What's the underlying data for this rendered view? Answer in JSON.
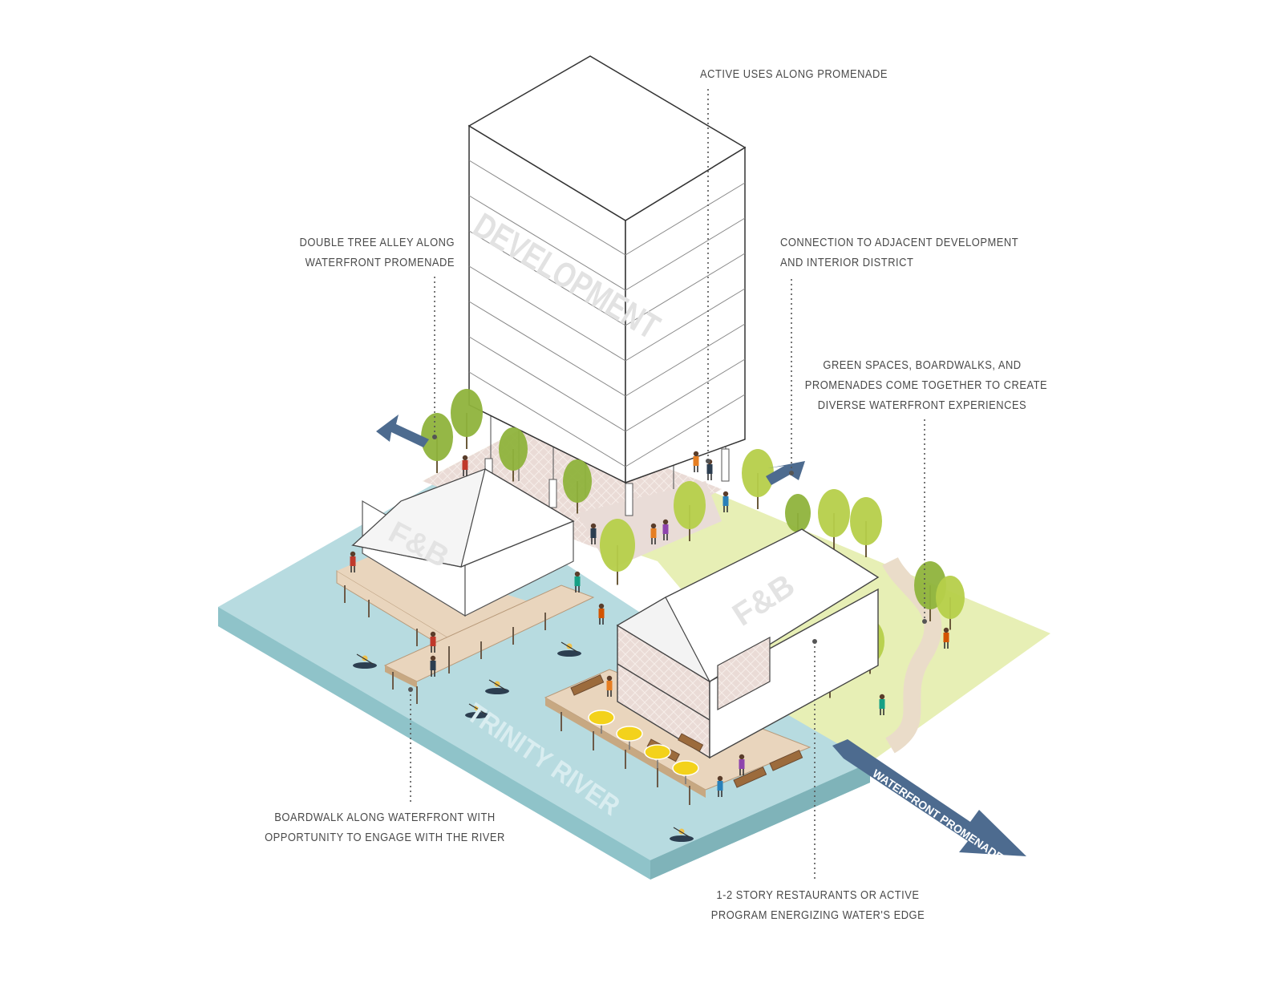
{
  "labels": {
    "building": "DEVELOPMENT",
    "fb_left": "F&B",
    "fb_right": "F&B",
    "river": "TRINITY RIVER",
    "promenade_arrow": "WATERFRONT PROMENADE"
  },
  "callouts": {
    "active_uses": [
      "ACTIVE USES ALONG PROMENADE"
    ],
    "tree_alley": [
      "DOUBLE TREE ALLEY ALONG",
      "WATERFRONT PROMENADE"
    ],
    "connection": [
      "CONNECTION TO ADJACENT DEVELOPMENT",
      "AND INTERIOR DISTRICT"
    ],
    "green_spaces": [
      "GREEN SPACES, BOARDWALKS, AND",
      "PROMENADES COME TOGETHER TO CREATE",
      "DIVERSE WATERFRONT EXPERIENCES"
    ],
    "boardwalk": [
      "BOARDWALK ALONG WATERFRONT WITH",
      "OPPORTUNITY TO ENGAGE WITH THE RIVER"
    ],
    "restaurants": [
      "1-2 STORY RESTAURANTS OR ACTIVE",
      "PROGRAM ENERGIZING  WATER'S EDGE"
    ]
  },
  "colors": {
    "water": "#b7dbe0",
    "water_side": "#8fc3c9",
    "lawn": "#e7efb5",
    "deck": "#e9d5bd",
    "promenade": "#e9dcd7",
    "tree_green": "#8fb33c",
    "tree_light": "#b6cf4a",
    "arrow": "#4d6b8f",
    "umbrella": "#f3d21b",
    "leader": "#555555"
  }
}
